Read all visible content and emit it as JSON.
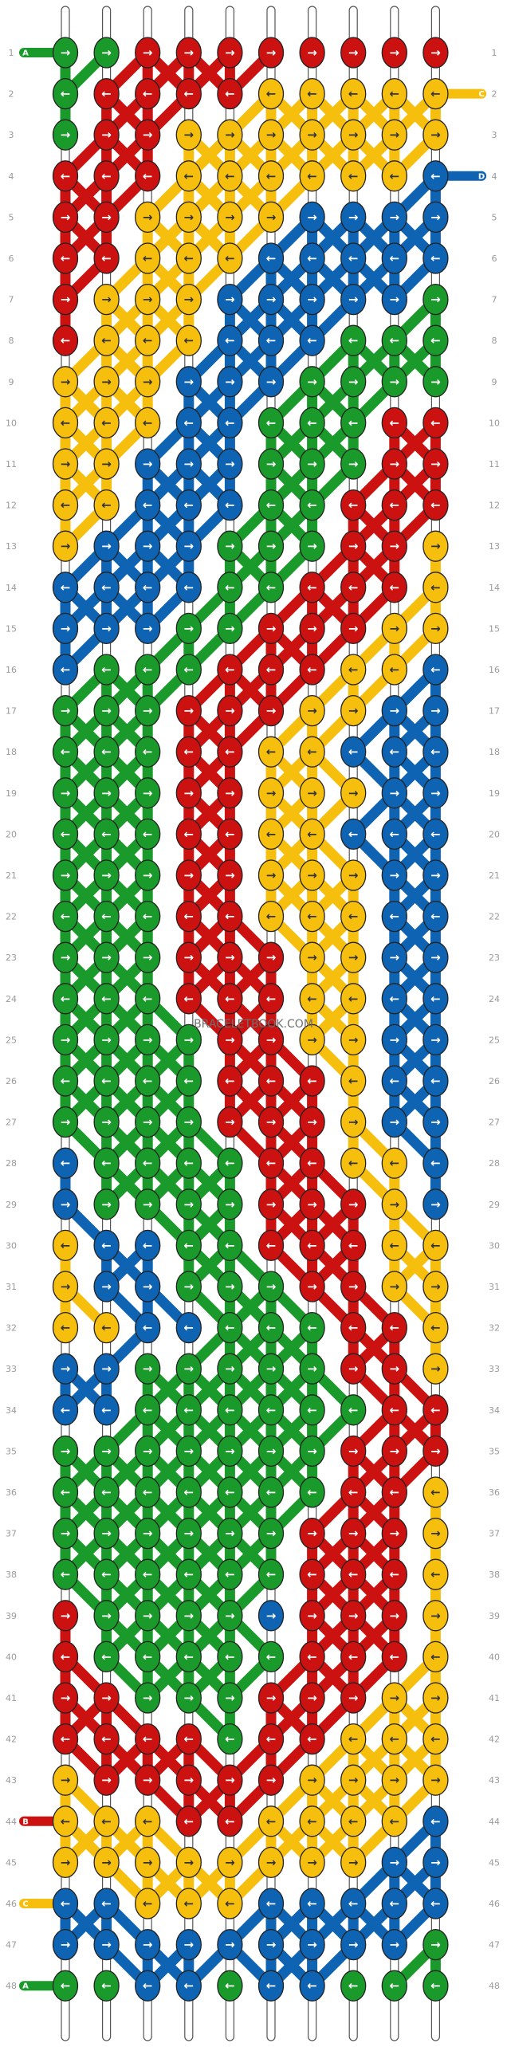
{
  "watermark": "BRACELETBOOK.COM",
  "colors": {
    "A": "#1a9a2a",
    "B": "#cc1111",
    "C": "#f7bf0d",
    "D": "#0e63b3"
  },
  "row_numbers": [
    "1",
    "2",
    "3",
    "4",
    "5",
    "6",
    "7",
    "8",
    "9",
    "10",
    "11",
    "12",
    "13",
    "14",
    "15",
    "16",
    "17",
    "18",
    "19",
    "20",
    "21",
    "22",
    "23",
    "24",
    "25",
    "26",
    "27",
    "28",
    "29",
    "30",
    "31",
    "32",
    "33",
    "34",
    "35",
    "36",
    "37",
    "38",
    "39",
    "40",
    "41",
    "42",
    "43",
    "44",
    "45",
    "46",
    "47",
    "48"
  ],
  "left_tags": [
    {
      "row": 1,
      "label": "A",
      "color": "A"
    },
    {
      "row": 44,
      "label": "B",
      "color": "B"
    },
    {
      "row": 46,
      "label": "C",
      "color": "C"
    },
    {
      "row": 48,
      "label": "A",
      "color": "A"
    }
  ],
  "right_tags": [
    {
      "row": 2,
      "label": "C",
      "color": "C"
    },
    {
      "row": 4,
      "label": "D",
      "color": "D"
    }
  ],
  "rows": [
    [
      "A>",
      "A>",
      "B>",
      "B>",
      "B>",
      "B>",
      "B>",
      "B>",
      "B>",
      "B>"
    ],
    [
      "A<",
      "B<",
      "B<",
      "B<",
      "B<",
      "C<",
      "C<",
      "C<",
      "C<",
      "C<"
    ],
    [
      "A>",
      "B>",
      "B>",
      "C>",
      "C>",
      "C>",
      "C>",
      "C>",
      "C>",
      "C>"
    ],
    [
      "B<",
      "B<",
      "B<",
      "C<",
      "C<",
      "C<",
      "C<",
      "C<",
      "C<",
      "D<"
    ],
    [
      "B>",
      "B>",
      "C>",
      "C>",
      "C>",
      "C>",
      "D>",
      "D>",
      "D>",
      "D>"
    ],
    [
      "B<",
      "B<",
      "C<",
      "C<",
      "C<",
      "D<",
      "D<",
      "D<",
      "D<",
      "D<"
    ],
    [
      "B>",
      "C>",
      "C>",
      "C>",
      "D>",
      "D>",
      "D>",
      "D>",
      "D>",
      "A>"
    ],
    [
      "B<",
      "C<",
      "C<",
      "C<",
      "D<",
      "D<",
      "D<",
      "A<",
      "A<",
      "A<"
    ],
    [
      "C>",
      "C>",
      "C>",
      "D>",
      "D>",
      "D>",
      "A>",
      "A>",
      "A>",
      "A>"
    ],
    [
      "C<",
      "C<",
      "C<",
      "D<",
      "D<",
      "A<",
      "A<",
      "A<",
      "B<",
      "B<"
    ],
    [
      "C>",
      "C>",
      "D>",
      "D>",
      "D>",
      "A>",
      "A>",
      "A>",
      "B>",
      "B>"
    ],
    [
      "C<",
      "C<",
      "D<",
      "D<",
      "D<",
      "A<",
      "A<",
      "B<",
      "B<",
      "B<"
    ],
    [
      "C>",
      "D>",
      "D>",
      "D>",
      "A>",
      "A>",
      "A>",
      "B>",
      "B>",
      "C>"
    ],
    [
      "D<",
      "D<",
      "D<",
      "D<",
      "A<",
      "A<",
      "B<",
      "B<",
      "B<",
      "C<"
    ],
    [
      "D>",
      "D>",
      "D>",
      "A>",
      "A>",
      "B>",
      "B>",
      "B>",
      "C>",
      "C>"
    ],
    [
      "D<",
      "A<",
      "A<",
      "A<",
      "B<",
      "B<",
      "B<",
      "C<",
      "C<",
      "D<"
    ],
    [
      "A>",
      "A>",
      "A>",
      "B>",
      "B>",
      "B>",
      "C>",
      "C>",
      "D>",
      "D>"
    ],
    [
      "A<",
      "A<",
      "A<",
      "B<",
      "B<",
      "C<",
      "C<",
      "D<",
      "D<",
      "D<"
    ],
    [
      "A>",
      "A>",
      "A>",
      "B>",
      "B>",
      "C>",
      "C>",
      "C>",
      "D>",
      "D>"
    ],
    [
      "A<",
      "A<",
      "A<",
      "B<",
      "B<",
      "C<",
      "C<",
      "D<",
      "D<",
      "D<"
    ],
    [
      "A>",
      "A>",
      "A>",
      "B>",
      "B>",
      "C>",
      "C>",
      "C>",
      "D>",
      "D>"
    ],
    [
      "A<",
      "A<",
      "A<",
      "B<",
      "B<",
      "C<",
      "C<",
      "C<",
      "D<",
      "D<"
    ],
    [
      "A>",
      "A>",
      "A>",
      "B>",
      "B>",
      "B>",
      "C>",
      "C>",
      "D>",
      "D>"
    ],
    [
      "A<",
      "A<",
      "A<",
      "B<",
      "B<",
      "B<",
      "C<",
      "C<",
      "D<",
      "D<"
    ],
    [
      "A>",
      "A>",
      "A>",
      "A>",
      "B>",
      "B>",
      "C>",
      "C>",
      "D>",
      "D>"
    ],
    [
      "A<",
      "A<",
      "A<",
      "A<",
      "B<",
      "B<",
      "B<",
      "C<",
      "D<",
      "D<"
    ],
    [
      "A>",
      "A>",
      "A>",
      "A>",
      "B>",
      "B>",
      "B>",
      "C>",
      "D>",
      "D>"
    ],
    [
      "D<",
      "A<",
      "A<",
      "A<",
      "A<",
      "B<",
      "B<",
      "C<",
      "C<",
      "D<"
    ],
    [
      "D>",
      "A>",
      "A>",
      "A>",
      "A>",
      "B>",
      "B>",
      "B>",
      "C>",
      "D>"
    ],
    [
      "C<",
      "D<",
      "D<",
      "A<",
      "A<",
      "B<",
      "B<",
      "B<",
      "C<",
      "C<"
    ],
    [
      "C>",
      "D>",
      "D>",
      "A>",
      "A>",
      "A>",
      "B>",
      "B>",
      "C>",
      "C>"
    ],
    [
      "C<",
      "C<",
      "D<",
      "D<",
      "A<",
      "A<",
      "A<",
      "B<",
      "B<",
      "C<"
    ],
    [
      "D>",
      "D>",
      "A>",
      "A>",
      "A>",
      "A>",
      "A>",
      "B>",
      "B>",
      "C>"
    ],
    [
      "D<",
      "D<",
      "A<",
      "A<",
      "A<",
      "A<",
      "A<",
      "A<",
      "B<",
      "B<"
    ],
    [
      "A>",
      "A>",
      "A>",
      "A>",
      "A>",
      "A>",
      "A>",
      "B>",
      "B>",
      "B>"
    ],
    [
      "A<",
      "A<",
      "A<",
      "A<",
      "A<",
      "A<",
      "A<",
      "B<",
      "B<",
      "C<"
    ],
    [
      "A>",
      "A>",
      "A>",
      "A>",
      "A>",
      "A>",
      "B>",
      "B>",
      "B>",
      "C>"
    ],
    [
      "A<",
      "A<",
      "A<",
      "A<",
      "A<",
      "A<",
      "B<",
      "B<",
      "B<",
      "C<"
    ],
    [
      "B>",
      "A>",
      "A>",
      "A>",
      "A>",
      "D>",
      "B>",
      "B>",
      "B>",
      "C>"
    ],
    [
      "B<",
      "A<",
      "A<",
      "A<",
      "A<",
      "A<",
      "B<",
      "B<",
      "B<",
      "C<"
    ],
    [
      "B>",
      "B>",
      "A>",
      "A>",
      "A>",
      "B>",
      "B>",
      "B>",
      "C>",
      "C>"
    ],
    [
      "B<",
      "B<",
      "B<",
      "B<",
      "A<",
      "B<",
      "B<",
      "C<",
      "C<",
      "C<"
    ],
    [
      "C>",
      "B>",
      "B>",
      "B>",
      "B>",
      "B>",
      "C>",
      "C>",
      "C>",
      "C>"
    ],
    [
      "C<",
      "C<",
      "C<",
      "B<",
      "B<",
      "C<",
      "C<",
      "C<",
      "C<",
      "D<"
    ],
    [
      "C>",
      "C>",
      "C>",
      "C>",
      "C>",
      "C>",
      "C>",
      "C>",
      "D>",
      "D>"
    ],
    [
      "D<",
      "D<",
      "C<",
      "C<",
      "C<",
      "D<",
      "D<",
      "D<",
      "D<",
      "D<"
    ],
    [
      "D>",
      "D>",
      "D>",
      "D>",
      "D>",
      "D>",
      "D>",
      "D>",
      "D>",
      "A>"
    ],
    [
      "A<",
      "A<",
      "D<",
      "D<",
      "A<",
      "D<",
      "D<",
      "A<",
      "A<",
      "A<"
    ]
  ]
}
